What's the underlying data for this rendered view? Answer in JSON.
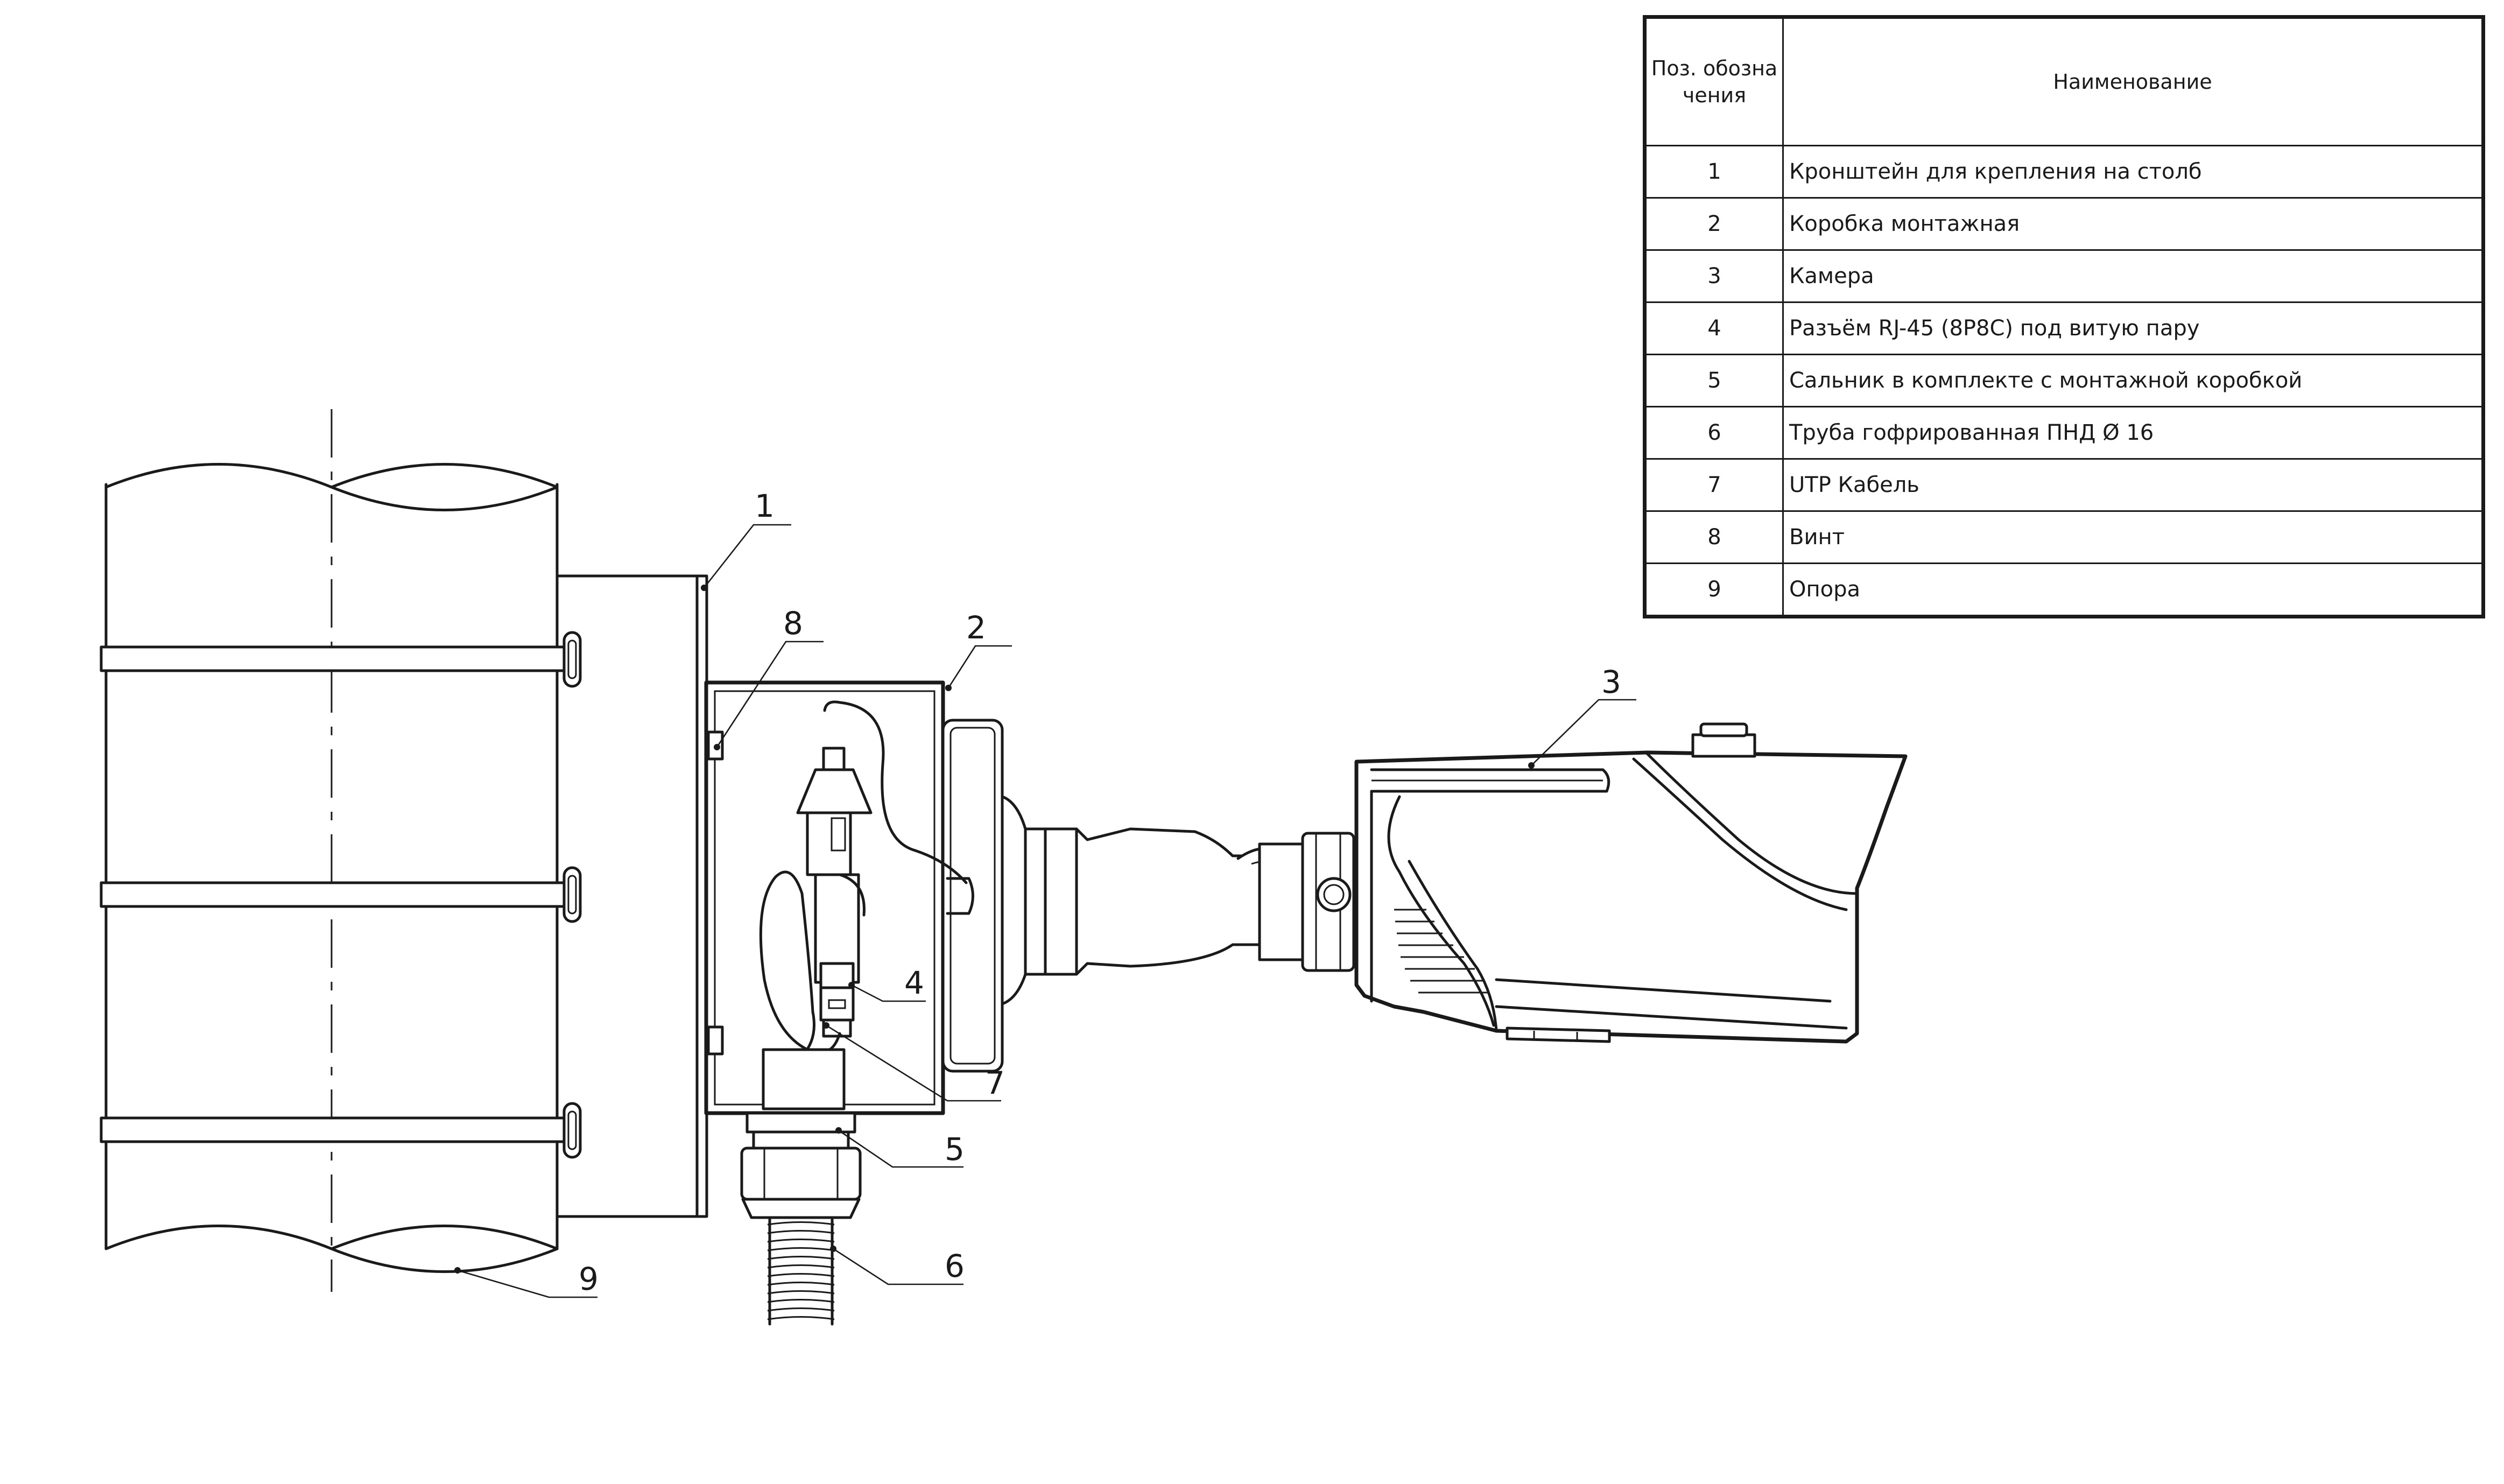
{
  "table": {
    "header_pos": "Поз. обозначения",
    "header_name": "Наименование",
    "rows": [
      {
        "pos": "1",
        "name": "Кронштейн для крепления на столб"
      },
      {
        "pos": "2",
        "name": "Коробка монтажная"
      },
      {
        "pos": "3",
        "name": "Камера"
      },
      {
        "pos": "4",
        "name": "Разъём RJ-45 (8P8C) под витую пару"
      },
      {
        "pos": "5",
        "name": "Сальник в комплекте с монтажной коробкой"
      },
      {
        "pos": "6",
        "name": "Труба гофрированная ПНД Ø 16"
      },
      {
        "pos": "7",
        "name": "UTP Кабель"
      },
      {
        "pos": "8",
        "name": "Винт"
      },
      {
        "pos": "9",
        "name": "Опора"
      }
    ]
  },
  "callouts": [
    "1",
    "2",
    "3",
    "4",
    "5",
    "6",
    "7",
    "8",
    "9"
  ]
}
